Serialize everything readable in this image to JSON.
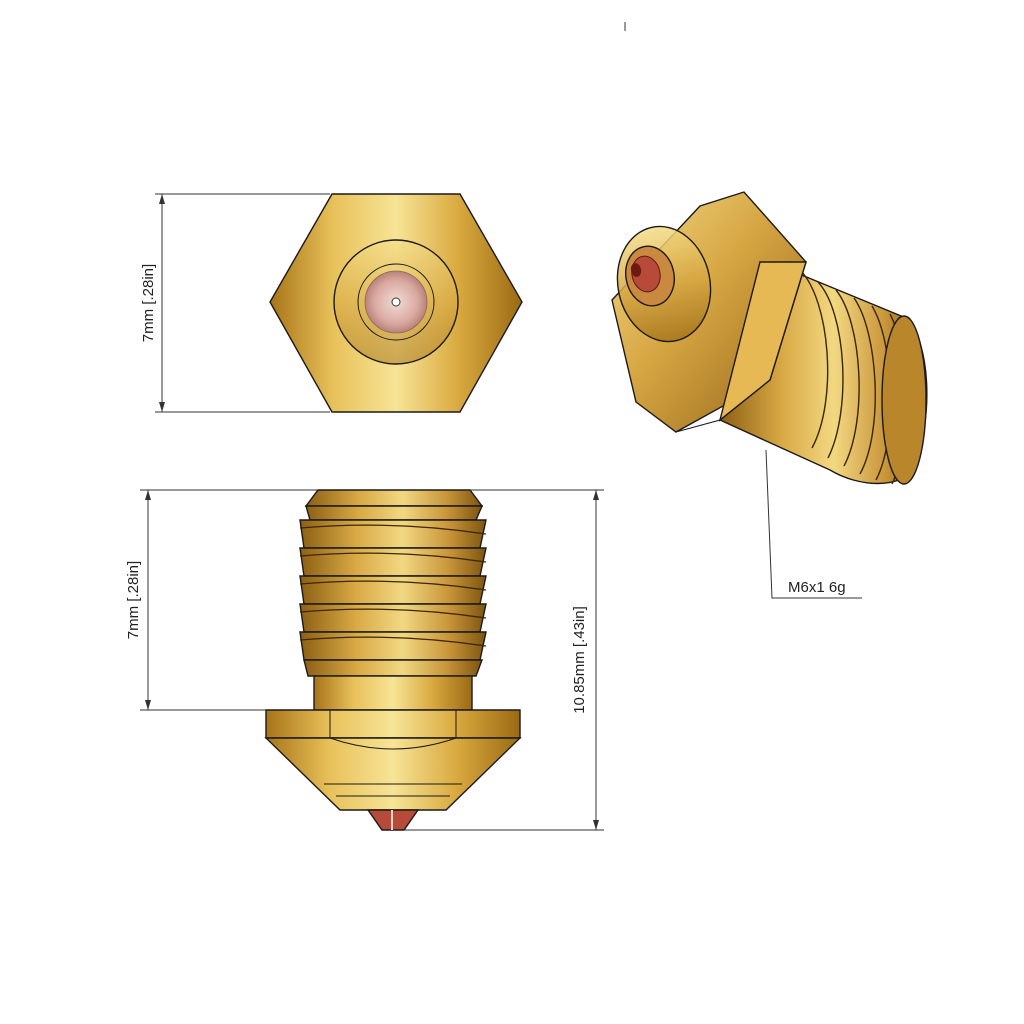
{
  "drawing": {
    "subject": "brass nozzle",
    "colors": {
      "brass_light": "#f6e08a",
      "brass_mid": "#dcae45",
      "brass_dark": "#9a6a14",
      "tip_red": "#b84a3a",
      "bore_pink": "#d9a9a1",
      "line": "#1a1a1a",
      "background": "#ffffff"
    },
    "dimensions": {
      "top_view_width_across_flats": "7mm [.28in]",
      "side_view_thread_length": "7mm [.28in]",
      "side_view_total_length": "10.85mm [.43in]",
      "thread_callout": "M6x1 6g"
    }
  }
}
